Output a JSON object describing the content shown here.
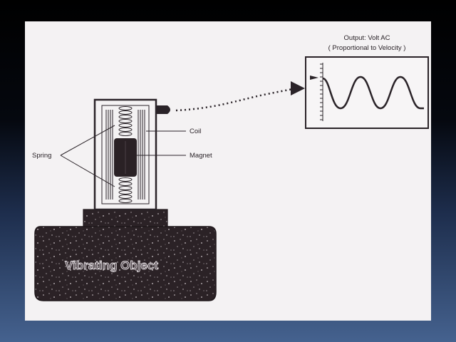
{
  "diagram": {
    "output_title": "Output: Volt AC",
    "output_subtitle": "( Proportional to Velocity )",
    "label_coil": "Coil",
    "label_magnet": "Magnet",
    "label_spring": "Spring",
    "label_object": "Vibrating Object",
    "colors": {
      "background_top": "#000000",
      "background_bottom": "#45628f",
      "paper": "#f4f2f3",
      "ink": "#2a2328",
      "object_fill": "#2a2125"
    }
  }
}
